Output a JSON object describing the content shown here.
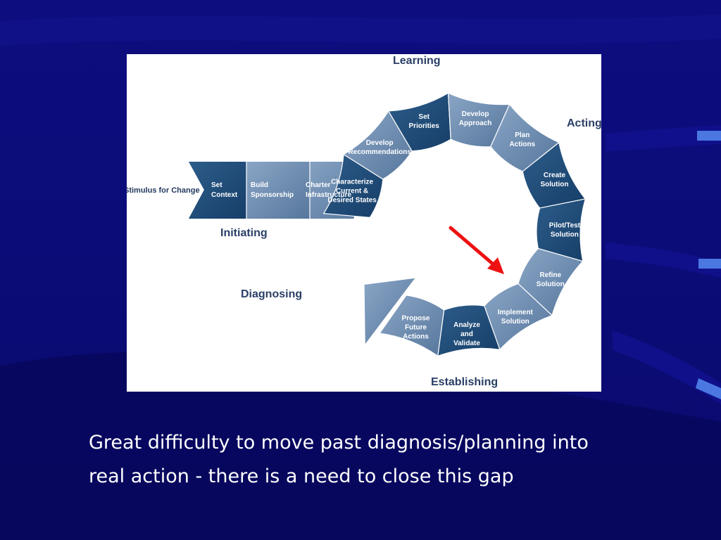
{
  "diagram": {
    "stimulus_label": "Stimulus for Change",
    "phases": {
      "learning": "Learning",
      "acting": "Acting",
      "initiating": "Initiating",
      "diagnosing": "Diagnosing",
      "establishing": "Establishing"
    },
    "initiating_steps": [
      [
        "Set",
        "Context"
      ],
      [
        "Build",
        "Sponsorship"
      ],
      [
        "Charter",
        "Infrastructure"
      ]
    ],
    "cycle_steps": [
      [
        "Characterize",
        "Current &",
        "Desired States"
      ],
      [
        "Develop",
        "Recommendations"
      ],
      [
        "Set",
        "Priorities"
      ],
      [
        "Develop",
        "Approach"
      ],
      [
        "Plan",
        "Actions"
      ],
      [
        "Create",
        "Solution"
      ],
      [
        "Pilot/Test",
        "Solution"
      ],
      [
        "Refine",
        "Solution"
      ],
      [
        "Implement",
        "Solution"
      ],
      [
        "Analyze",
        "and",
        "Validate"
      ],
      [
        "Propose",
        "Future",
        "Actions"
      ]
    ],
    "colors": {
      "dark_segment": "#1e4a78",
      "light_segment": "#6f8db0",
      "arrow": "#ee1111"
    }
  },
  "caption": {
    "line1": "Great difficulty to move past diagnosis/planning into",
    "line2": "real action - there is a need to close this gap"
  }
}
